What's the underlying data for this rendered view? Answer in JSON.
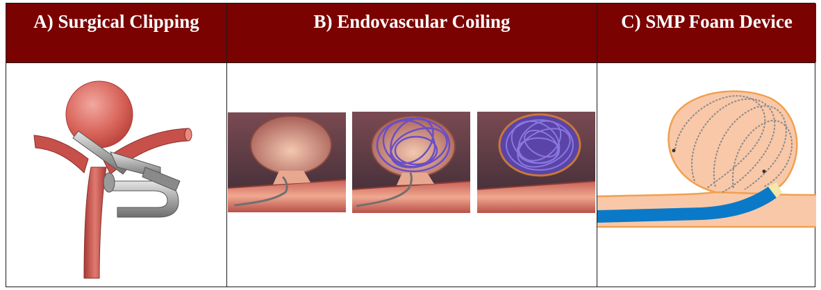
{
  "columns": [
    {
      "title": "A) Surgical Clipping",
      "illustration": "aneurysm-clip"
    },
    {
      "title": "B) Endovascular Coiling",
      "illustration": "coil-embolization-sequence"
    },
    {
      "title": "C) SMP Foam Device",
      "illustration": "shape-memory-polymer-foam"
    }
  ],
  "colors": {
    "header_bg": "#7a0200",
    "header_text": "#ffffff",
    "vessel": "#c8504a",
    "clip": "#9a9a9a",
    "coil": "#6a4fc4",
    "foam_fill": "#f9c8a8",
    "foam_outline": "#f0a050",
    "catheter": "#0a7ac8"
  }
}
